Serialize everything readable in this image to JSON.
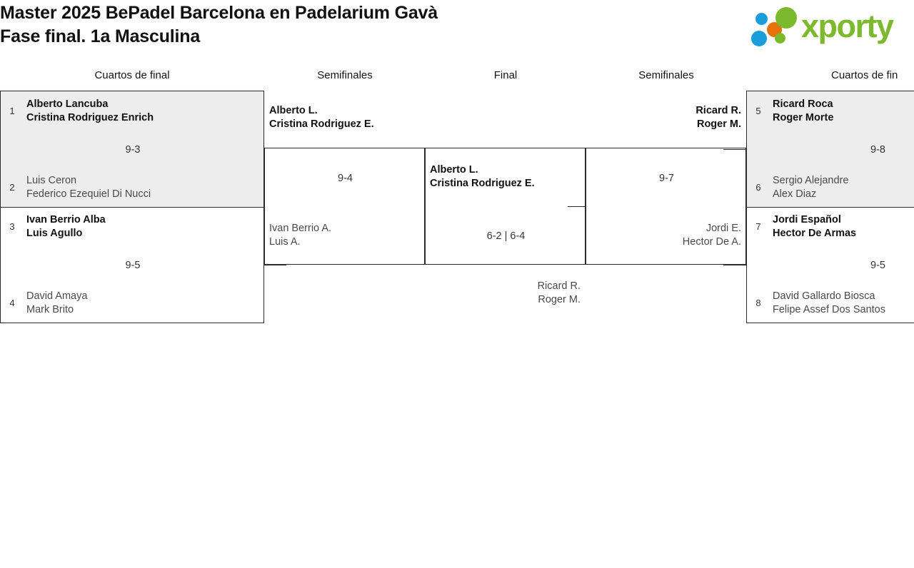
{
  "header": {
    "title_line1": "Master 2025 BePadel Barcelona en Padelarium Gavà",
    "title_line2": "Fase final. 1a Masculina",
    "brand": "xporty"
  },
  "rounds": [
    {
      "label": "Cuartos de final",
      "side": "left"
    },
    {
      "label": "Semifinales",
      "side": "left"
    },
    {
      "label": "Final",
      "side": "center"
    },
    {
      "label": "Semifinales",
      "side": "right"
    },
    {
      "label": "Cuartos de fin",
      "side": "right"
    }
  ],
  "matches": {
    "qf1": {
      "score": "9-3",
      "top": {
        "seed": "1",
        "player1": "Alberto Lancuba",
        "player2": "Cristina Rodriguez Enrich",
        "winner": true
      },
      "bottom": {
        "seed": "2",
        "player1": "Luis Ceron",
        "player2": "Federico Ezequiel Di Nucci",
        "winner": false
      }
    },
    "qf2": {
      "score": "9-5",
      "top": {
        "seed": "3",
        "player1": "Ivan Berrio Alba",
        "player2": "Luis Agullo",
        "winner": true
      },
      "bottom": {
        "seed": "4",
        "player1": "David Amaya",
        "player2": "Mark Brito",
        "winner": false
      }
    },
    "qf3": {
      "score": "9-8",
      "top": {
        "seed": "5",
        "player1": "Ricard Roca",
        "player2": "Roger Morte",
        "winner": true
      },
      "bottom": {
        "seed": "6",
        "player1": "Sergio Alejandre",
        "player2": "Alex Diaz",
        "winner": false
      }
    },
    "qf4": {
      "score": "9-5",
      "top": {
        "seed": "7",
        "player1": "Jordi Español",
        "player2": "Hector De Armas",
        "winner": true
      },
      "bottom": {
        "seed": "8",
        "player1": "David Gallardo Biosca",
        "player2": "Felipe Assef Dos Santos",
        "winner": false
      }
    },
    "sf1": {
      "score": "9-4",
      "top": {
        "player1": "Alberto L.",
        "player2": "Cristina Rodriguez E.",
        "winner": true
      },
      "bottom": {
        "player1": "Ivan Berrio A.",
        "player2": "Luis A.",
        "winner": false
      }
    },
    "sf2": {
      "score": "9-7",
      "top": {
        "player1": "Ricard R.",
        "player2": "Roger M.",
        "winner": true
      },
      "bottom": {
        "player1": "Jordi E.",
        "player2": "Hector De A.",
        "winner": false
      }
    },
    "final": {
      "score": "6-2 | 6-4",
      "top": {
        "player1": "Alberto L.",
        "player2": "Cristina Rodriguez E.",
        "winner": true
      },
      "bottom": {
        "player1": "Ricard R.",
        "player2": "Roger M.",
        "winner": false
      }
    }
  }
}
